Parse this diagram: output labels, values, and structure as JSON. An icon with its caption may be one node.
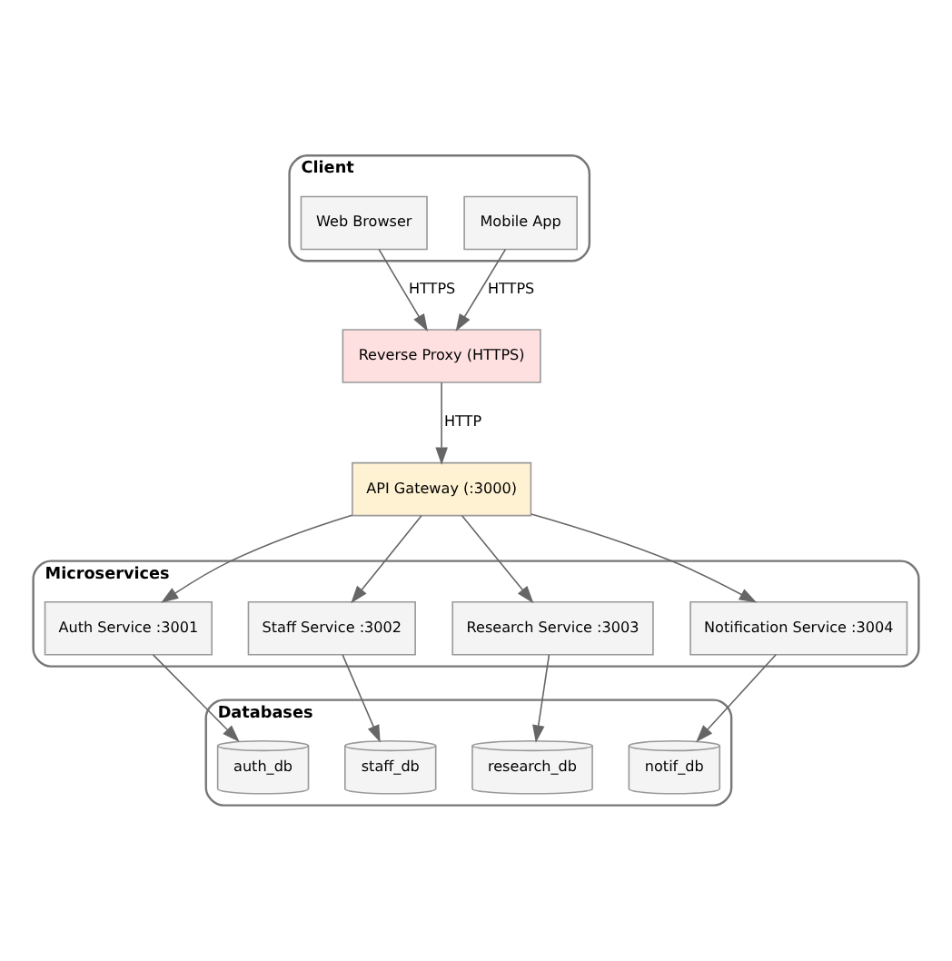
{
  "diagram": {
    "nodes": [
      {
        "text": [
          "Client"
        ]
      },
      {
        "text": [
          "Web Browser"
        ],
        "in": 0
      },
      {
        "text": [
          "Mobile App"
        ],
        "in": 0
      },
      {
        "text": [
          "Reverse Proxy (HTTPS)"
        ]
      },
      {
        "text": [
          "API Gateway (:3000)"
        ]
      },
      {
        "text": [
          "Microservices"
        ]
      },
      {
        "text": [
          "Auth Service :3001"
        ],
        "in": 5
      },
      {
        "text": [
          "Staff Service :3002"
        ],
        "in": 5
      },
      {
        "text": [
          "Research Service :3003"
        ],
        "in": 5
      },
      {
        "text": [
          "Notification Service :3004"
        ],
        "in": 5
      },
      {
        "text": [
          "Databases"
        ]
      },
      {
        "text": [
          "auth_db"
        ],
        "in": 10
      },
      {
        "text": [
          "staff_db"
        ],
        "in": 10
      },
      {
        "text": [
          "research_db"
        ],
        "in": 10
      },
      {
        "text": [
          "notif_db"
        ],
        "in": 10
      }
    ],
    "edges": [
      {
        "from": 1,
        "to": 3,
        "arrow": "to",
        "label": "HTTPS"
      },
      {
        "from": 2,
        "to": 3,
        "arrow": "to",
        "label": "HTTPS"
      },
      {
        "from": 3,
        "to": 4,
        "arrow": "to",
        "label": "HTTP"
      },
      {
        "from": 4,
        "to": 6,
        "arrow": "to"
      },
      {
        "from": 4,
        "to": 7,
        "arrow": "to"
      },
      {
        "from": 4,
        "to": 8,
        "arrow": "to"
      },
      {
        "from": 4,
        "to": 9,
        "arrow": "to"
      },
      {
        "from": 6,
        "to": 11,
        "arrow": "to"
      },
      {
        "from": 7,
        "to": 12,
        "arrow": "to"
      },
      {
        "from": 8,
        "to": 13,
        "arrow": "to"
      },
      {
        "from": 9,
        "to": 14,
        "arrow": "to"
      }
    ]
  }
}
